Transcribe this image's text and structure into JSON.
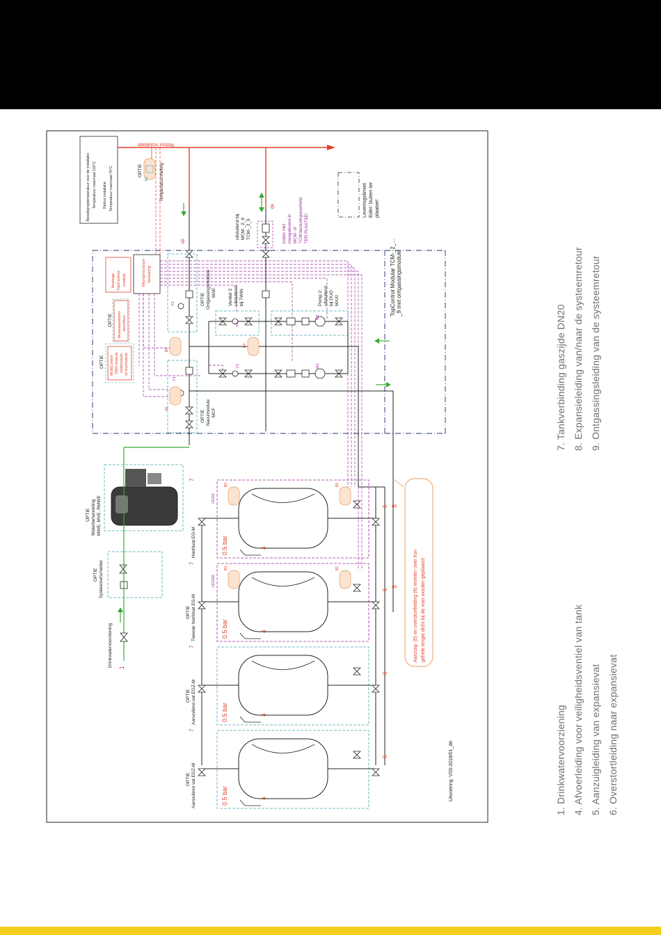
{
  "colors": {
    "header": "#000000",
    "footer": "#f5cf1b",
    "water": "#39a935",
    "retour": "#e2402c",
    "signal": "#9b2f9e",
    "module": "#4aa8b4",
    "border": "#222222",
    "option": "#e79a5a",
    "legend": "#6f6f6f"
  },
  "diagram": {
    "retour_label": "Retour installatie",
    "safety_box": {
      "line1": "Beveiligingstemperatuur voor de installatie:",
      "line2": "Temperatuur maximaal 110°C",
      "line3": "Retour installatie:",
      "line4": "Temperatuur maximaal 70°C"
    },
    "temp_sensor": {
      "optie": "OPTIE",
      "tag": "-B5",
      "label": "Temperatuurmeting"
    },
    "delivery_limit": {
      "line1": "Leveringslimiet",
      "line2": "Eder: buiten ter",
      "line3": "plaatse!"
    },
    "module_title": {
      "line1": "TopControl Modular TCM-_2_...",
      "line2": "_9 met ontgassingsmodule"
    },
    "note_tcm": {
      "line1": "uitsluitend bij",
      "line2": "MCM-_2_9",
      "line3": "TCM-_2_9"
    },
    "note_ter": {
      "line1": "indien niet",
      "line2": "meegeleverd in",
      "line3": "MCM- of",
      "line4": "TCM-besturingseenheid",
      "line5": "TER PLAATSE!"
    },
    "analog_module": {
      "line1": "Analoge",
      "line2": "TopControl-",
      "line3": "module"
    },
    "micro": {
      "line1": "Microprocessor-",
      "line2": "besturing"
    },
    "binary_box": {
      "optie": "OPTIE",
      "line1": "binairewerkomo",
      "line2": "berichten"
    },
    "multicontrol": {
      "optie": "OPTIE",
      "line1": "MultiControl",
      "line2": "SMS-module",
      "line3": "webmodule",
      "line4": "of busmodule"
    },
    "degas_module": {
      "optie": "OPTIE",
      "line1": "Ontgassingsmodule",
      "line2": "MAE"
    },
    "refill_module": {
      "optie": "OPTIE",
      "line1": "Navulmodule",
      "line2": "MCF"
    },
    "valve2": {
      "line1": "Ventiel 2:",
      "line2": "uitsluitend",
      "line3": "bij TWIN"
    },
    "pump2": {
      "line1": "Pomp 2:",
      "line2": "uitsluitend",
      "line3": "bij DUO",
      "line4": "MAXI"
    },
    "water_treatment": {
      "optie": "OPTIE",
      "line1": "Waterbehandeling",
      "line2": "MWE, MVE, RMWE"
    },
    "system_separator": {
      "optie": "OPTIE",
      "line1": "Systeemafscheider"
    },
    "drinking_water": "Drinkwatervoorziening",
    "tags": {
      "y1": "Y1",
      "y2": "Y2",
      "y3": "Y3",
      "y4": "Y4",
      "m1": "M1",
      "m2": "M2",
      "b1": "B1",
      "b2": "B2",
      "b3": "B3",
      "b4": "B4",
      "b5": "B5",
      "b_tank": "B3",
      "b_tank_p": "B2",
      "egm": "+EGM",
      "egm2": "+EGM2"
    },
    "tanks": [
      {
        "optie": "",
        "label": "Hoofdvat EG-M",
        "pressure": "0.5 bar"
      },
      {
        "optie": "OPTIE",
        "label": "Tweede hoofdvat EG-M",
        "pressure": "0.5 bar"
      },
      {
        "optie": "OPTIE",
        "label": "Aanvullend vat EGZ-M",
        "pressure": "0.5 bar"
      },
      {
        "optie": "OPTIE",
        "label": "Aanvullend vat EGZ-M",
        "pressure": "0.5 bar"
      }
    ],
    "numbers": {
      "n1": "1",
      "n4": "4",
      "n5": "5",
      "n6": "6",
      "n7": "7",
      "n8": "8",
      "n9": "9"
    },
    "callout": {
      "line1": "Aanzuig- (5) en overstortleiding (6) moeten over hun",
      "line2": "gehele lengte dicht bij de voer worden geplaatst!"
    },
    "version": "Uitvoering: V03-2018/01_de"
  },
  "legend": [
    "1. Drinkwatervoorziening",
    "4. Afvoerleiding voor veiligheidsventiel van tank",
    "5. Aanzuigleiding van expansievat",
    "6. Overstortleiding naar expansievat",
    "7. Tankverbinding gaszijde DN20",
    "8. Expansieleiding van/naar de systeemretour",
    "9. Ontgassingsleiding van de systeemretour"
  ]
}
